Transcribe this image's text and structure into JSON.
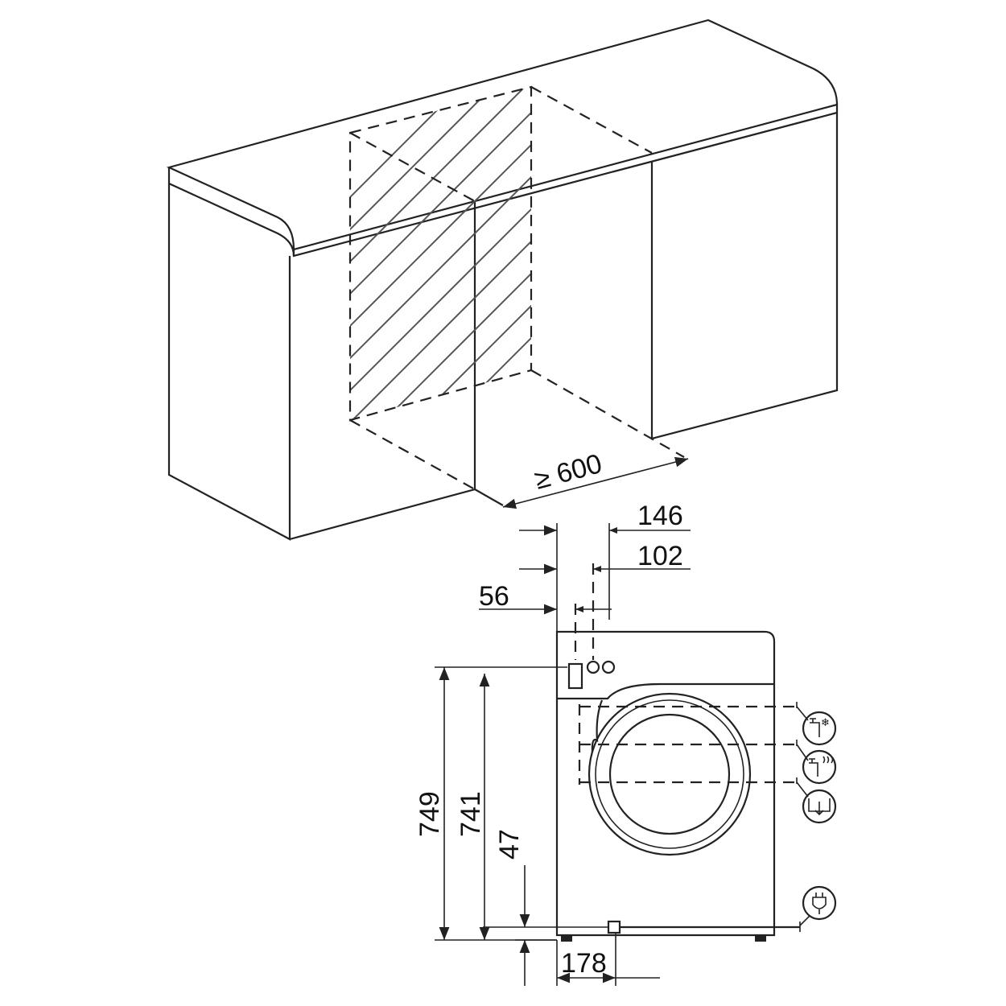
{
  "diagram": {
    "niche_width_label": "≥ 600",
    "top_dimensions": {
      "d146": "146",
      "d102": "102",
      "d56": "56"
    },
    "left_dimensions": {
      "d749": "749",
      "d741": "741",
      "d47": "47"
    },
    "bottom_dimension": "178",
    "connection_icons": [
      "cold-water-tap-icon",
      "hot-water-tap-icon",
      "drain-icon",
      "power-plug-icon"
    ]
  }
}
